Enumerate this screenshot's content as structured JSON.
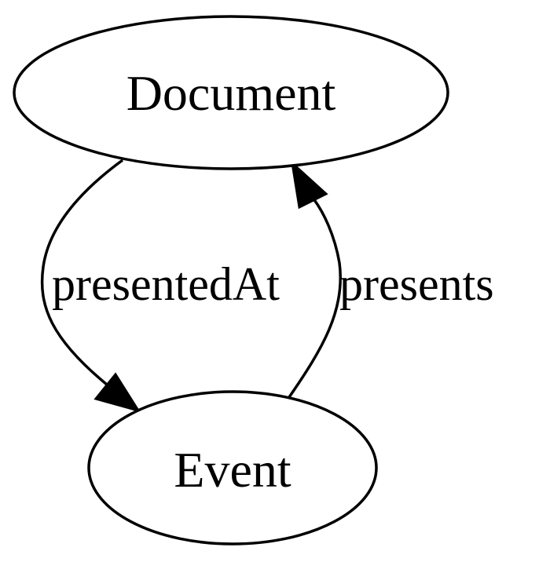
{
  "graph": {
    "nodes": {
      "document": {
        "label": "Document"
      },
      "event": {
        "label": "Event"
      }
    },
    "edges": {
      "presented_at": {
        "label": "presentedAt"
      },
      "presents": {
        "label": "presents"
      }
    }
  }
}
